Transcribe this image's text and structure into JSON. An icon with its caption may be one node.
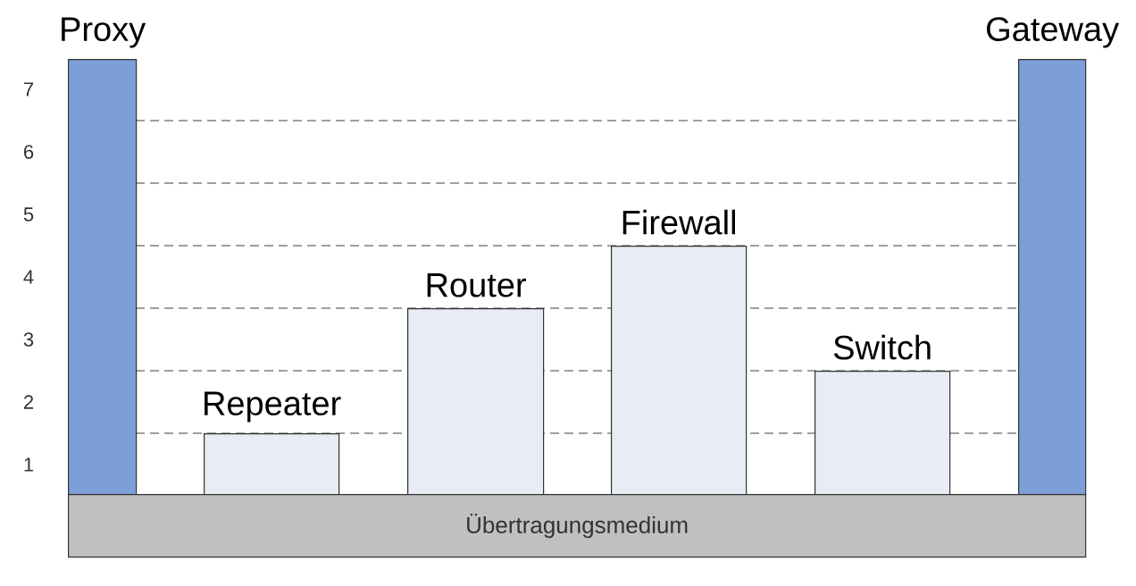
{
  "diagram": {
    "nodes": [
      {
        "text": [
          "Proxy"
        ]
      },
      {
        "text": [
          "Repeater"
        ]
      },
      {
        "text": [
          "Router"
        ]
      },
      {
        "text": [
          "Firewall"
        ]
      },
      {
        "text": [
          "Switch"
        ]
      },
      {
        "text": [
          "Gateway"
        ]
      },
      {
        "text": [
          "Übertragungsmedium"
        ]
      }
    ],
    "labels": [
      "7",
      "6",
      "5",
      "4",
      "3",
      "2",
      "1"
    ]
  }
}
